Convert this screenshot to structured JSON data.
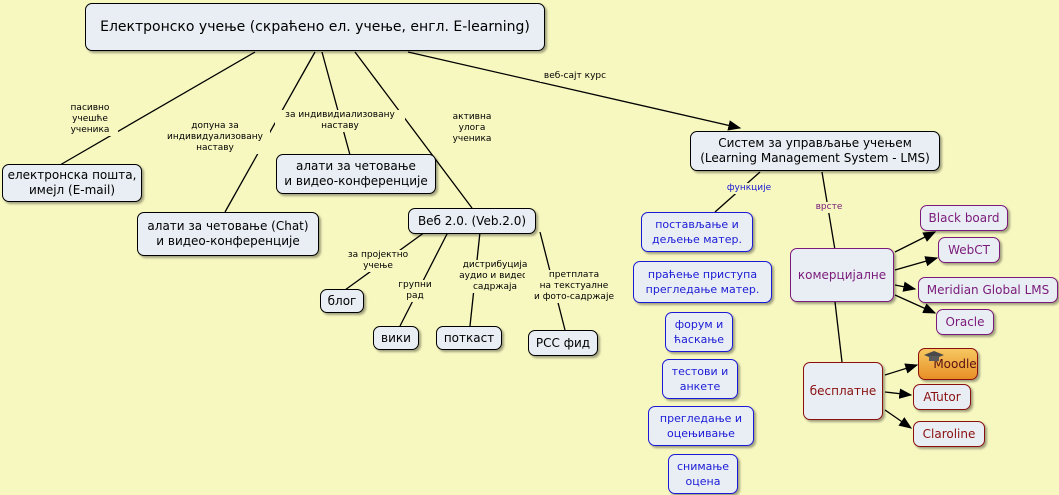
{
  "nodes": {
    "root": "Електронско учење (скраћено ел. учење, енгл. E-learning)",
    "email": "електронска пошта,\nимејл (E-mail)",
    "chat": "алати за четовање (Chat)\nи видео-конференције",
    "chat2": "алати за четовање\nи видео-конференције",
    "web2": "Веб 2.0. (Veb.2.0)",
    "blog": "блог",
    "wiki": "вики",
    "podcast": "поткаст",
    "rss": "РСС фид",
    "lms": "Систем за управљање учењем\n(Learning Management System - LMS)",
    "f1": "постављање и\nдељење матер.",
    "f2": "праћење приступа\nпрегледање матер.",
    "f3": "форум и\nћаскање",
    "f4": "тестови и\nанкете",
    "f5": "прегледање и\nоцењивање",
    "f6": "снимање\nоцена",
    "commercial": "комерцијалне",
    "free": "бесплатне",
    "blackboard": "Black board",
    "webct": "WebCT",
    "meridian": "Meridian Global LMS",
    "oracle": "Oracle",
    "moodle": "Moodle",
    "atutor": "ATutor",
    "claroline": "Claroline"
  },
  "labels": {
    "passive": "пасивно\nучешће\nученика",
    "supplement": "допуна за\nиндивидуализовану\nнаставу",
    "individual": "за индивидиализовану\nнаставу",
    "active": "активна\nулога\nученика",
    "website": "веб-сајт курс",
    "project": "за пројектно\nучење",
    "group": "групни\nрад",
    "distribution": "дистрибуција\nаудио и видео-\nсадржаја",
    "subscription": "претплата\nна текстуалне\nи фото-садржаје",
    "functions": "функције",
    "types": "врсте"
  },
  "colors": {
    "background": "#f7f7c0",
    "node_fill": "#e9eef4",
    "functions": "#1a1ad6",
    "commercial": "#7a1a7a",
    "free": "#8a1010"
  }
}
